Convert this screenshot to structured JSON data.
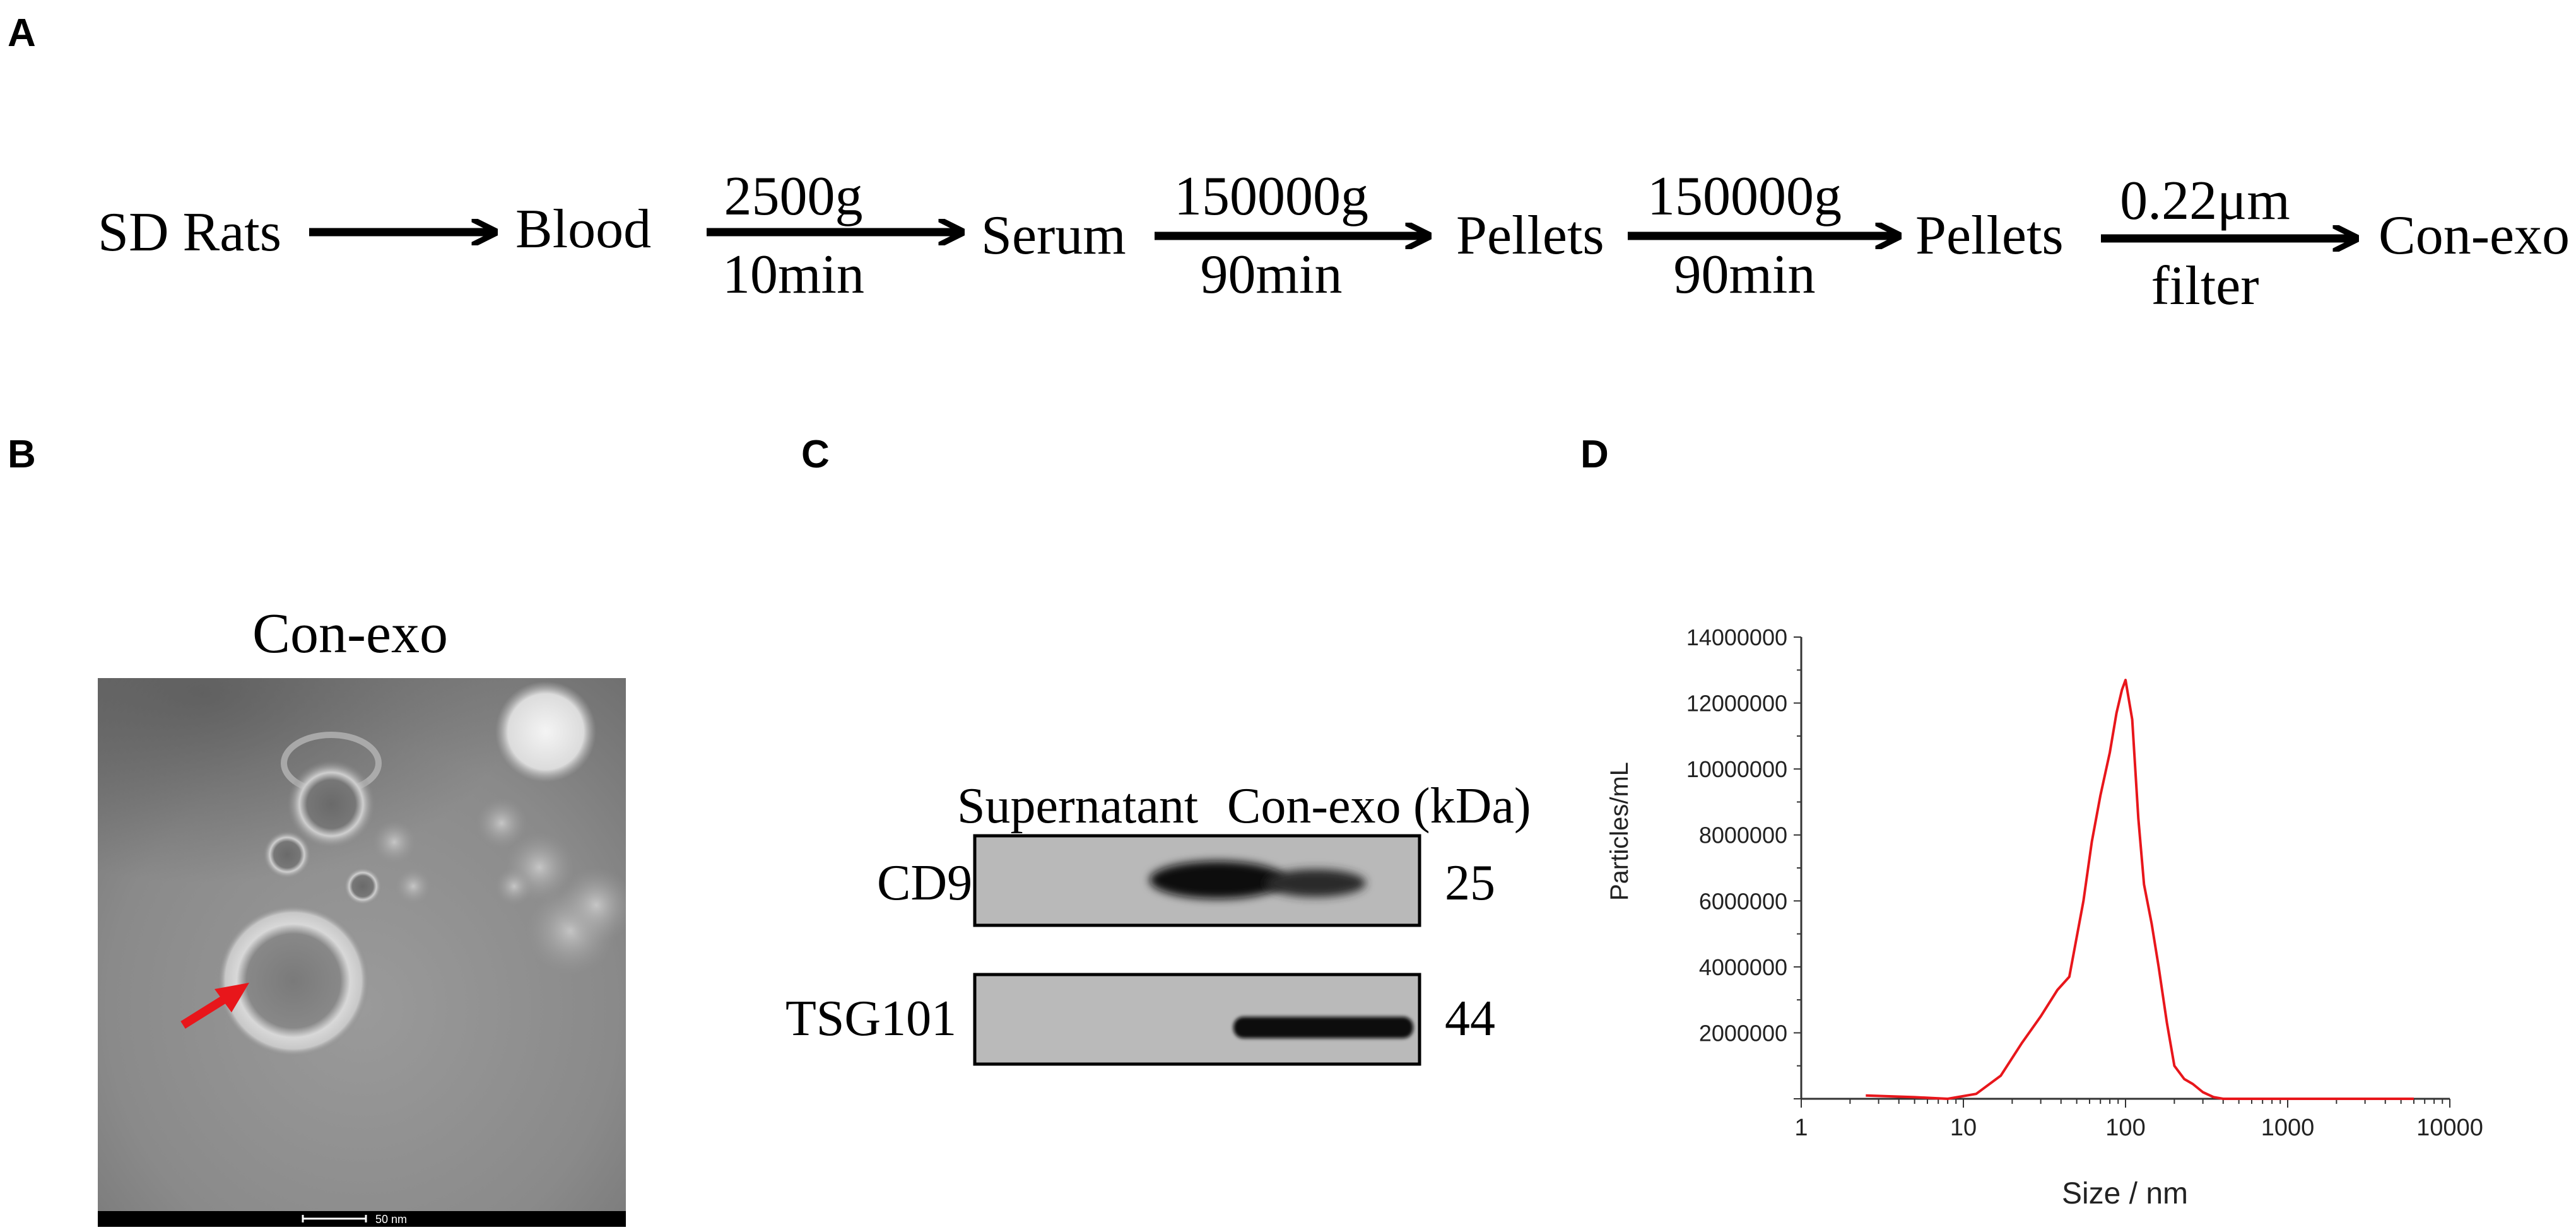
{
  "panels": {
    "a": "A",
    "b": "B",
    "c": "C",
    "d": "D"
  },
  "flow": {
    "steps": [
      "SD Rats",
      "Blood",
      "Serum",
      "Pellets",
      "Pellets",
      "Con-exo"
    ],
    "conditions": [
      {
        "top": "",
        "bottom": ""
      },
      {
        "top": "2500g",
        "bottom": "10min"
      },
      {
        "top": "150000g",
        "bottom": "90min"
      },
      {
        "top": "150000g",
        "bottom": "90min"
      },
      {
        "top": "0.22μm",
        "bottom": "filter"
      }
    ]
  },
  "tem": {
    "title": "Con-exo",
    "scale_label": "50 nm",
    "arrow_color": "#e8161b"
  },
  "western": {
    "headers": [
      "Supernatant",
      "Con-exo",
      "(kDa)"
    ],
    "rows": [
      {
        "protein": "CD9",
        "kda": "25"
      },
      {
        "protein": "TSG101",
        "kda": "44"
      }
    ]
  },
  "chart_data": {
    "type": "line",
    "title": "",
    "xlabel": "Size / nm",
    "ylabel": "Particles/mL",
    "xscale": "log",
    "xlim": [
      1,
      10000
    ],
    "ylim": [
      0,
      14000000
    ],
    "xticks": [
      "1",
      "10",
      "100",
      "1000",
      "10000"
    ],
    "yticks": [
      "2000000",
      "4000000",
      "6000000",
      "8000000",
      "10000000",
      "12000000",
      "14000000"
    ],
    "grid": false,
    "line_color": "#e8161b",
    "series": [
      {
        "x": [
          2.5,
          5,
          8,
          12,
          17,
          23,
          30,
          38,
          45,
          55,
          62,
          70,
          80,
          88,
          95,
          100,
          110,
          120,
          130,
          145,
          160,
          180,
          200,
          230,
          260,
          300,
          350,
          400,
          600,
          1000,
          3000,
          6000
        ],
        "y": [
          100000,
          50000,
          0,
          150000,
          700000,
          1700000,
          2500000,
          3300000,
          3700000,
          6000000,
          7800000,
          9200000,
          10500000,
          11700000,
          12400000,
          12700000,
          11500000,
          8500000,
          6500000,
          5300000,
          4000000,
          2300000,
          1000000,
          600000,
          450000,
          200000,
          50000,
          0,
          0,
          0,
          0,
          0
        ]
      }
    ]
  }
}
